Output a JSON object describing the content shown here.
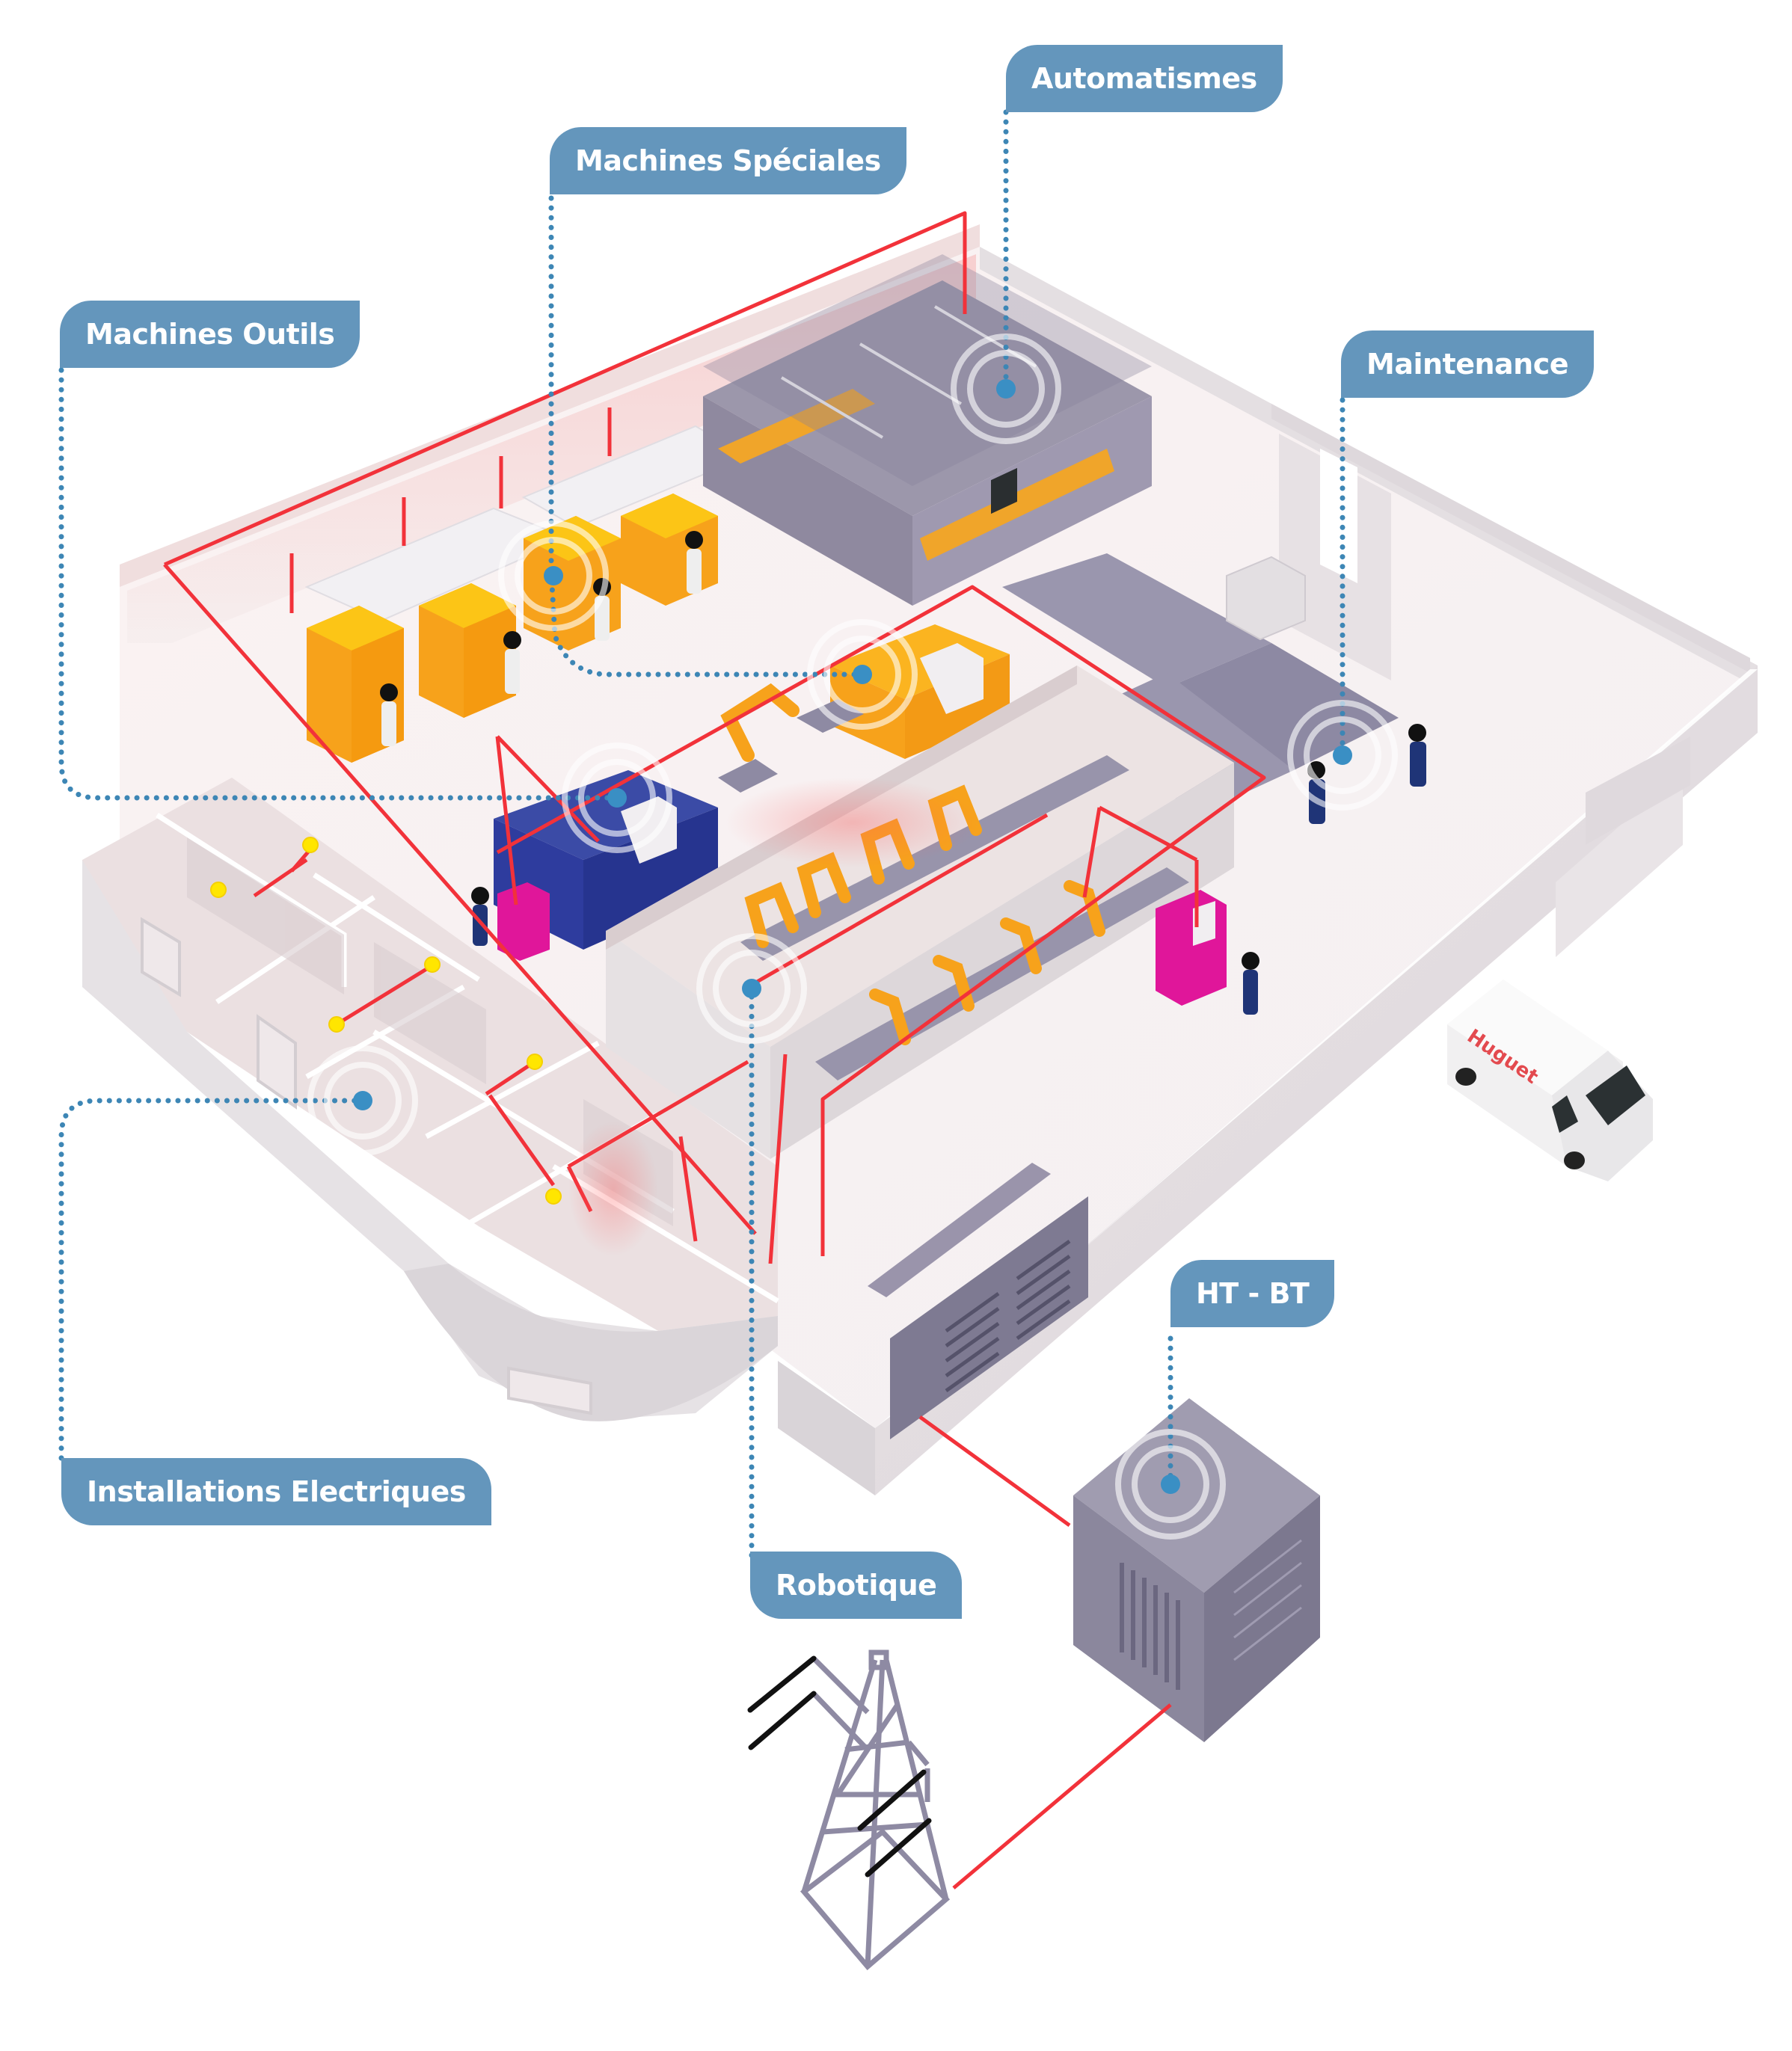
{
  "title": "Huguet - domaines d'intervention",
  "colors": {
    "label_bg": "#6496bc",
    "label_text": "#ffffff",
    "leader_dots": "#3d86b5",
    "hotspot_dot": "#3a8fc4",
    "cable_red": "#f2323a",
    "light_yellow": "#ffe600",
    "machine_orange": "#f7a21b",
    "machine_blue": "#2e3c9e",
    "cabinet_magenta": "#e0169a",
    "equipment_gray": "#8e8aa3"
  },
  "labels": [
    {
      "id": "automatismes",
      "text": "Automatismes"
    },
    {
      "id": "machines-speciales",
      "text": "Machines Spéciales"
    },
    {
      "id": "machines-outils",
      "text": "Machines Outils"
    },
    {
      "id": "maintenance",
      "text": "Maintenance"
    },
    {
      "id": "installations-electriques",
      "text": "Installations Electriques"
    },
    {
      "id": "robotique",
      "text": "Robotique"
    },
    {
      "id": "ht-bt",
      "text": "HT - BT"
    }
  ],
  "van": {
    "brand_text": "Huguet"
  }
}
